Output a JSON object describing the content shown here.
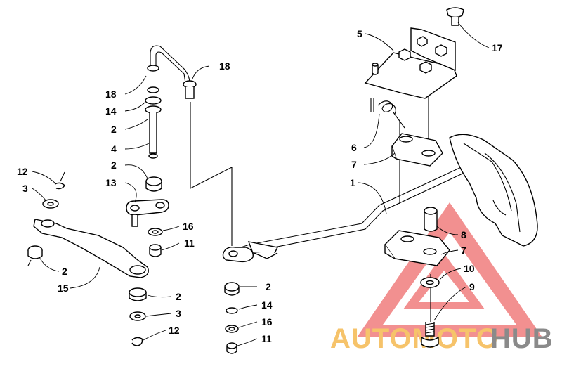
{
  "callouts": {
    "c1": "1",
    "c2a": "2",
    "c2b": "2",
    "c2c": "2",
    "c2d": "2",
    "c2e": "2",
    "c3a": "3",
    "c3b": "3",
    "c4": "4",
    "c5": "5",
    "c6": "6",
    "c7a": "7",
    "c7b": "7",
    "c8": "8",
    "c9": "9",
    "c10": "10",
    "c11a": "11",
    "c11b": "11",
    "c12a": "12",
    "c12b": "12",
    "c13": "13",
    "c14a": "14",
    "c14b": "14",
    "c15": "15",
    "c16a": "16",
    "c16b": "16",
    "c17": "17",
    "c18a": "18",
    "c18b": "18"
  },
  "watermark": {
    "brand_left": "AUTOMOTO",
    "brand_right": "HUB",
    "color_triangle": "#ee6b6b",
    "color_left": "#f6c36a",
    "color_right": "#8a8a8a"
  }
}
